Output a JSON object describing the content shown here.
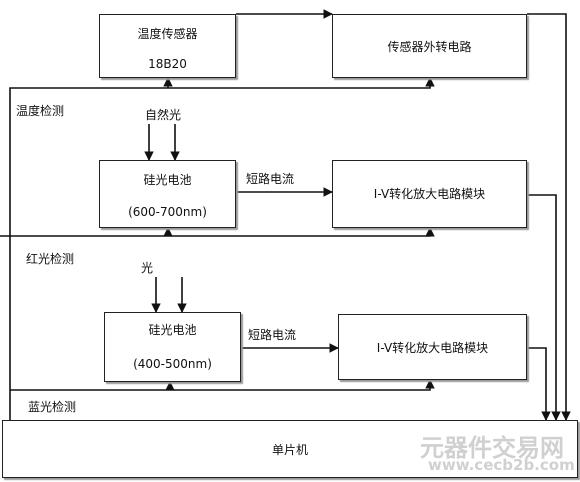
{
  "boxes": {
    "temp_sensor": {
      "title": "温度传感器",
      "sub": "18B20"
    },
    "sensor_conv": {
      "title": "传感器外转电路"
    },
    "red_cell": {
      "title": "硅光电池",
      "sub": "(600-700nm)"
    },
    "red_iv": {
      "title": "I-V转化放大电路模块"
    },
    "blue_cell": {
      "title": "硅光电池",
      "sub": "(400-500nm)"
    },
    "blue_iv": {
      "title": "I-V转化放大电路模块"
    },
    "mcu": {
      "title": "单片机"
    }
  },
  "labels": {
    "temp_detect": "温度检测",
    "natural_light": "自然光",
    "short_current_red": "短路电流",
    "red_detect": "红光检测",
    "light": "光",
    "short_current_blue": "短路电流",
    "blue_detect": "蓝光检测"
  },
  "watermark": {
    "cn": "元器件交易网",
    "url": "www.cecb2b.com"
  }
}
